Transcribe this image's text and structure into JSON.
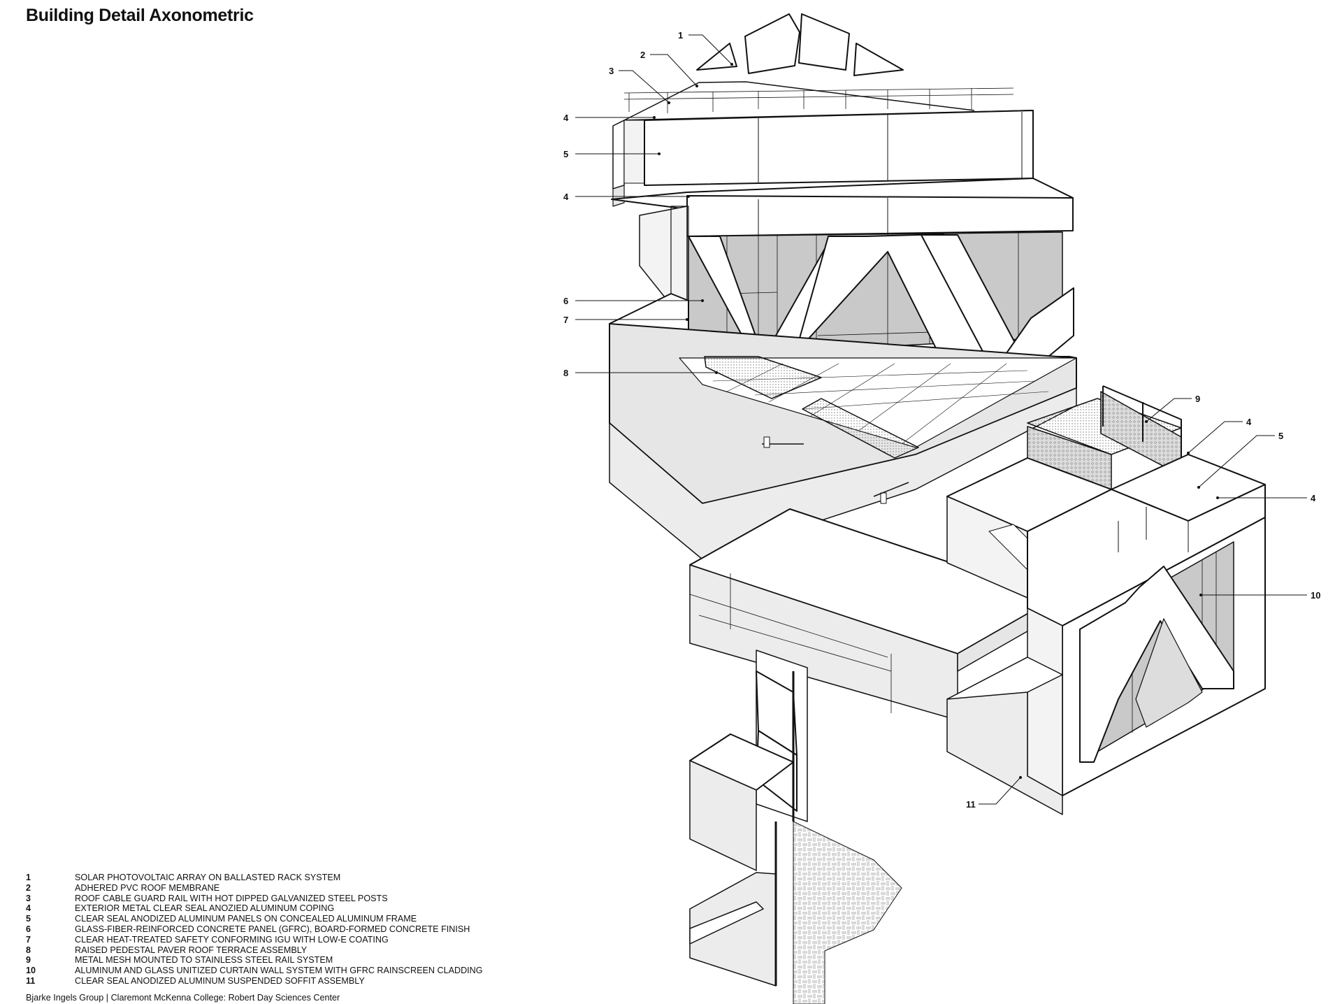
{
  "title": "Building Detail Axonometric",
  "callouts": {
    "c1": "1",
    "c2": "2",
    "c3": "3",
    "c4a": "4",
    "c5a": "5",
    "c4b": "4",
    "c6": "6",
    "c7": "7",
    "c8": "8",
    "c9": "9",
    "c4c": "4",
    "c5b": "5",
    "c4d": "4",
    "c10": "10",
    "c11": "11"
  },
  "legend": [
    {
      "num": "1",
      "text": "SOLAR PHOTOVOLTAIC ARRAY ON BALLASTED RACK SYSTEM"
    },
    {
      "num": "2",
      "text": "ADHERED PVC ROOF MEMBRANE"
    },
    {
      "num": "3",
      "text": "ROOF CABLE GUARD RAIL WITH HOT DIPPED GALVANIZED STEEL POSTS"
    },
    {
      "num": "4",
      "text": "EXTERIOR METAL CLEAR SEAL ANOZIED ALUMINUM COPING"
    },
    {
      "num": "5",
      "text": "CLEAR SEAL ANODIZED ALUMINUM PANELS ON CONCEALED ALUMINUM FRAME"
    },
    {
      "num": "6",
      "text": "GLASS-FIBER-REINFORCED CONCRETE PANEL (GFRC), BOARD-FORMED CONCRETE FINISH"
    },
    {
      "num": "7",
      "text": "CLEAR HEAT-TREATED SAFETY CONFORMING IGU WITH LOW-E COATING"
    },
    {
      "num": "8",
      "text": "RAISED PEDESTAL PAVER ROOF TERRACE ASSEMBLY"
    },
    {
      "num": "9",
      "text": "METAL MESH MOUNTED TO STAINLESS STEEL RAIL SYSTEM"
    },
    {
      "num": "10",
      "text": "ALUMINUM AND GLASS UNITIZED CURTAIN WALL SYSTEM WITH GFRC RAINSCREEN CLADDING"
    },
    {
      "num": "11",
      "text": "CLEAR SEAL ANODIZED ALUMINUM SUSPENDED SOFFIT ASSEMBLY"
    }
  ],
  "credit": "Bjarke Ingels Group | Claremont McKenna College: Robert Day Sciences Center",
  "colors": {
    "line": "#111111",
    "glass": "#c9c9c9",
    "shade": "#e6e6e6",
    "light": "#f3f3f3"
  }
}
